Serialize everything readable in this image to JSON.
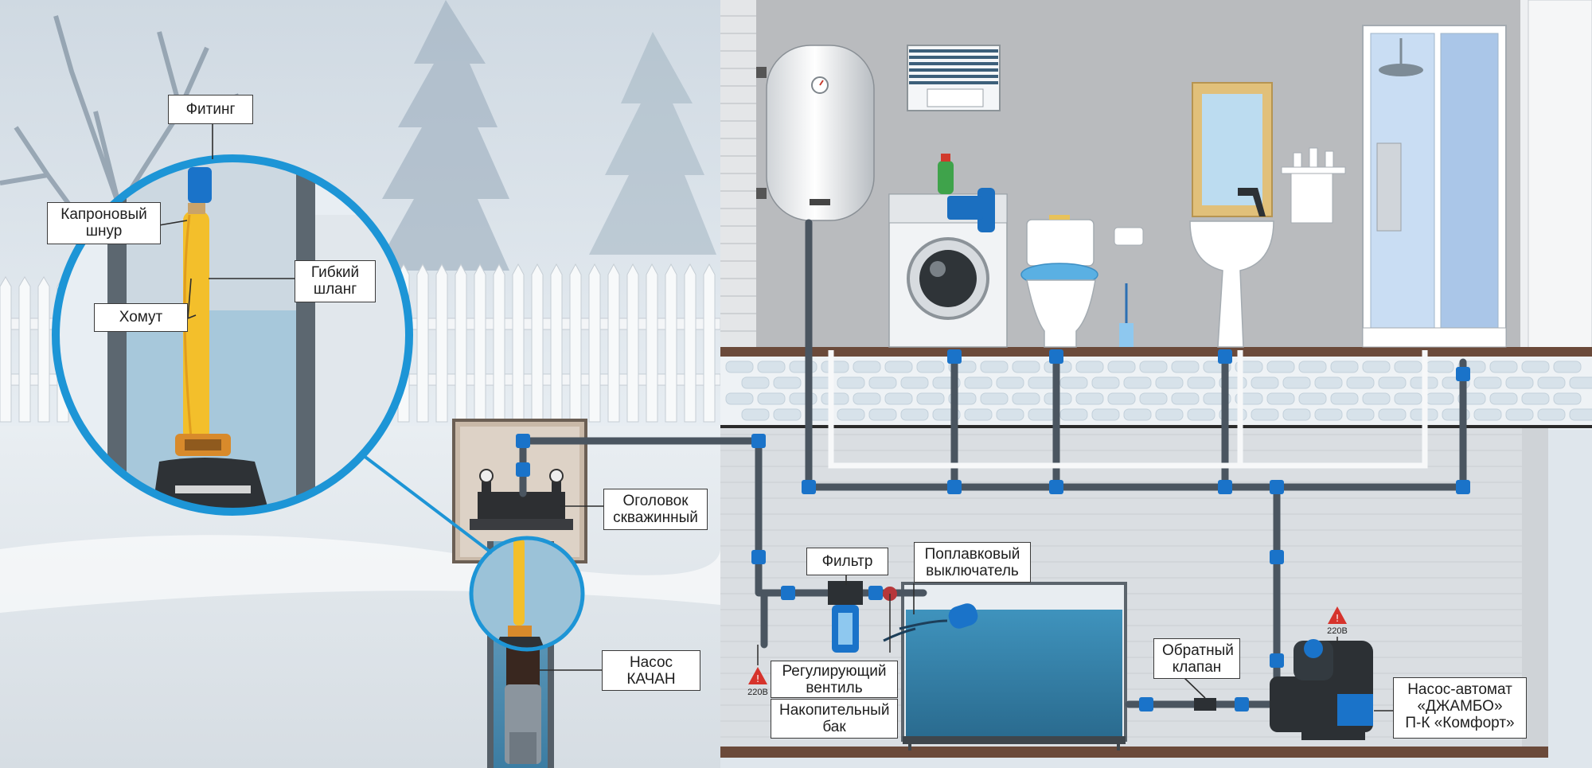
{
  "labels": {
    "fitting": "Фитинг",
    "kapron_1": "Капроновый",
    "kapron_2": "шнур",
    "hose_1": "Гибкий",
    "hose_2": "шланг",
    "clamp": "Хомут",
    "wellhead_1": "Оголовок",
    "wellhead_2": "скважинный",
    "pump_1": "Насос",
    "pump_2": "КАЧАН",
    "filter": "Фильтр",
    "float_1": "Поплавковый",
    "float_2": "выключатель",
    "valve_1": "Регулирующий",
    "valve_2": "вентиль",
    "tank_1": "Накопительный",
    "tank_2": "бак",
    "check_1": "Обратный",
    "check_2": "клапан",
    "auto_1": "Насос-автомат",
    "auto_2": "«ДЖАМБО»",
    "auto_3": "П-К «Комфорт»"
  },
  "voltage": {
    "left": "220В",
    "right": "220В"
  },
  "colors": {
    "pipe": "#4a5560",
    "fitting": "#1a73c9",
    "accent_circle": "#1d95d6",
    "hose": "#f3bf2b",
    "water": "#2f7fa8",
    "wall": "#b9bbbe",
    "floor": "#6b4a3a"
  }
}
